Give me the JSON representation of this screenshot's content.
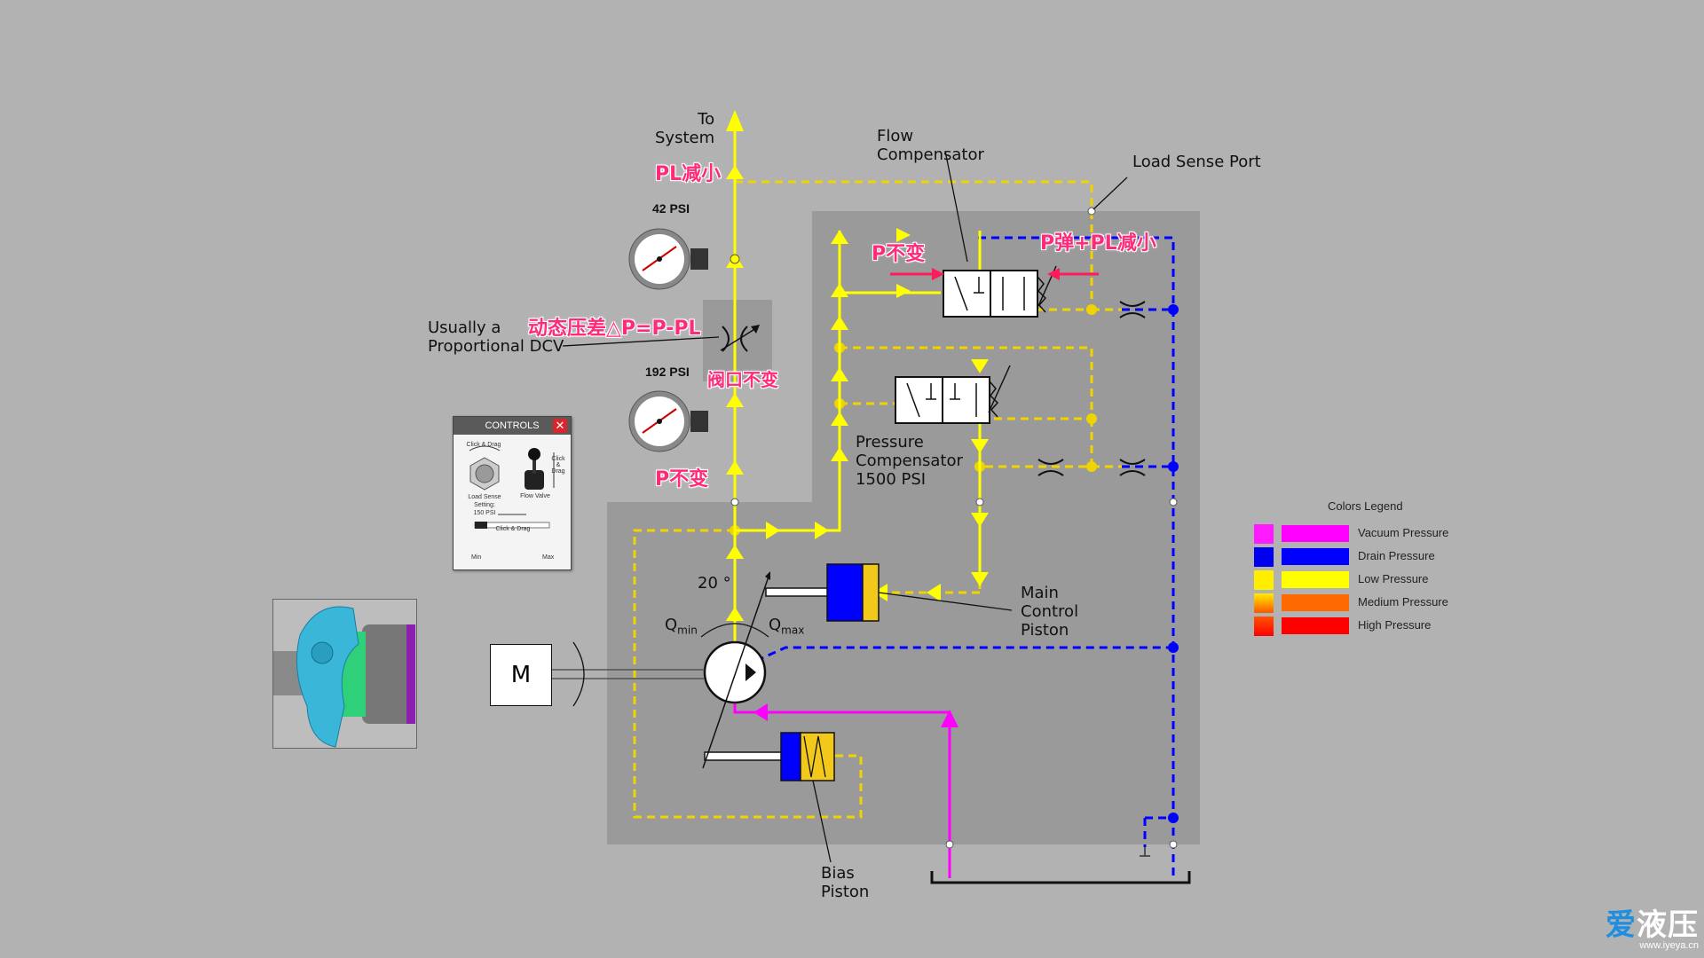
{
  "labels": {
    "to_system": "To\nSystem",
    "flow_comp": "Flow\nCompensator",
    "load_sense_port": "Load Sense Port",
    "usually_a": "Usually a\nProportional DCV",
    "press_comp": "Pressure\nCompensator\n1500 PSI",
    "main_control": "Main\nControl\nPiston",
    "bias_piston": "Bias\nPiston",
    "gauge_top": "42 PSI",
    "gauge_bottom": "192 PSI",
    "angle": "20 °",
    "qmin": "Q",
    "qmin_sub": "min",
    "qmax": "Q",
    "qmax_sub": "max",
    "motor": "M"
  },
  "annotations": {
    "pl_decrease": "PL减小",
    "dyn_pressure": "动态压差△P=P-PL",
    "orifice_same": "阀口不变",
    "p_same_lower": "P不变",
    "p_same_upper": "P不变",
    "spring_pl": "P弹+PL减小"
  },
  "controls": {
    "title": "CONTROLS",
    "close": "✕",
    "click_drag_1": "Click & Drag",
    "load_sense_setting": "Load Sense\nSetting:\n150 PSI",
    "flow_valve": "Flow Valve",
    "click_drag_v": "Click\n&\nDrag",
    "click_drag_2": "Click & Drag",
    "min": "Min",
    "max": "Max"
  },
  "legend": {
    "title": "Colors Legend",
    "items": [
      {
        "label": "Vacuum Pressure",
        "color": "#ff1aff",
        "color2": "#ff00ff"
      },
      {
        "label": "Drain Pressure",
        "color": "#0000ee",
        "color2": "#0000ff"
      },
      {
        "label": "Low Pressure",
        "color": "#ffee00",
        "color2": "#ffff00"
      },
      {
        "label": "Medium Pressure",
        "color": "#ff5500",
        "color2": "#ff6a00"
      },
      {
        "label": "High Pressure",
        "color": "#ff0000",
        "color2": "#ff0000"
      }
    ]
  },
  "watermark": {
    "brand_a": "爱",
    "brand_b": "液压",
    "url": "www.iyeya.cn"
  },
  "colors": {
    "low": "#ffff00",
    "drain": "#0000ff",
    "vacuum": "#ff00ff",
    "annotation": "#ff2a7a"
  }
}
